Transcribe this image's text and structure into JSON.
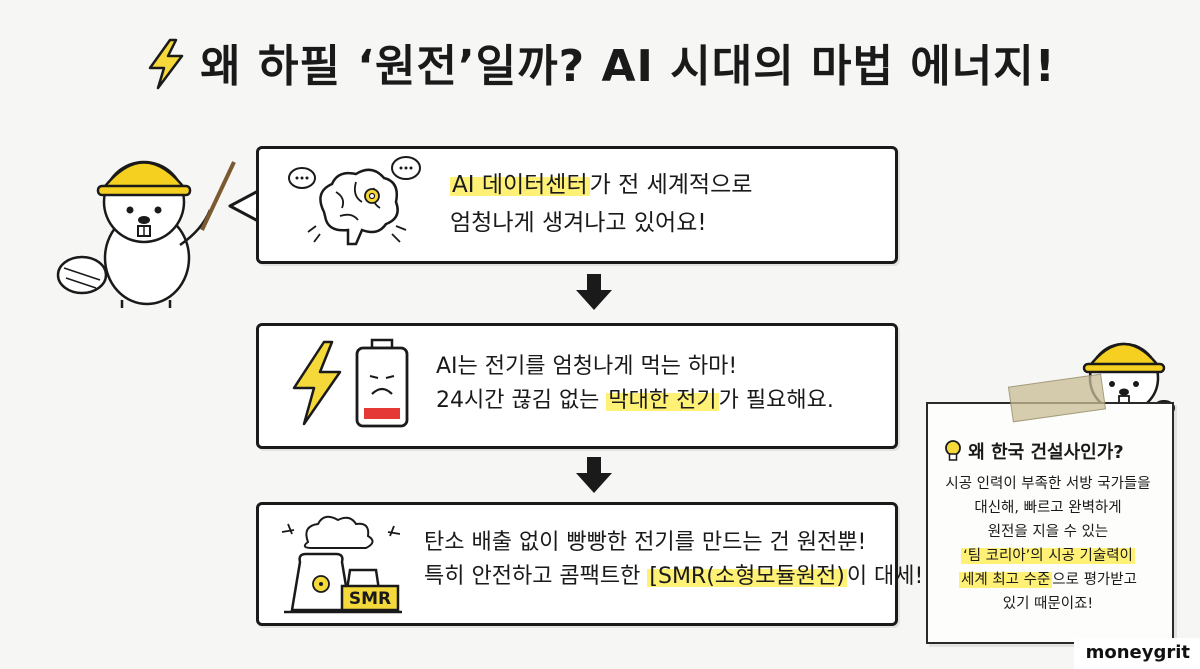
{
  "title": "왜 하필 ‘원전’일까? AI 시대의 마법 에너지!",
  "step1": {
    "highlight": "AI 데이터센터",
    "line1_rest": "가 전 세계적으로",
    "line2": "엄청나게 생겨나고 있어요!"
  },
  "step2": {
    "line1": "AI는 전기를 엄청나게 먹는 하마!",
    "line2_pre": "24시간 끊김 없는 ",
    "highlight": "막대한 전기",
    "line2_post": "가 필요해요."
  },
  "step3": {
    "line1": "탄소 배출 없이 빵빵한 전기를 만드는 건 원전뿐!",
    "line2_pre": "특히 안전하고 콤팩트한 ",
    "highlight": "[SMR(소형모듈원전)",
    "line2_post": "이 대세!",
    "plant_label": "SMR"
  },
  "note": {
    "title": "왜 한국 건설사인가?",
    "lines": [
      "시공 인력이 부족한 서방 국가들을",
      "대신해, 빠르고 완벽하게",
      "원전을 지을 수 있는"
    ],
    "highlight_lines": [
      "‘팀 코리아’의 시공 기술력이"
    ],
    "highlight_partial": "세계 최고 수준",
    "partial_rest": "으로 평가받고",
    "last_line": "있기 때문이죠!"
  },
  "brand": "moneygrit",
  "colors": {
    "highlight": "#fff176",
    "bolt": "#f5d93a",
    "helmet": "#f5d020",
    "battery_low": "#e53935"
  },
  "icons": [
    "lightning-icon",
    "brain-icon",
    "battery-low-icon",
    "nuclear-plant-icon",
    "lightbulb-icon",
    "down-arrow-icon",
    "beaver-mascot"
  ]
}
